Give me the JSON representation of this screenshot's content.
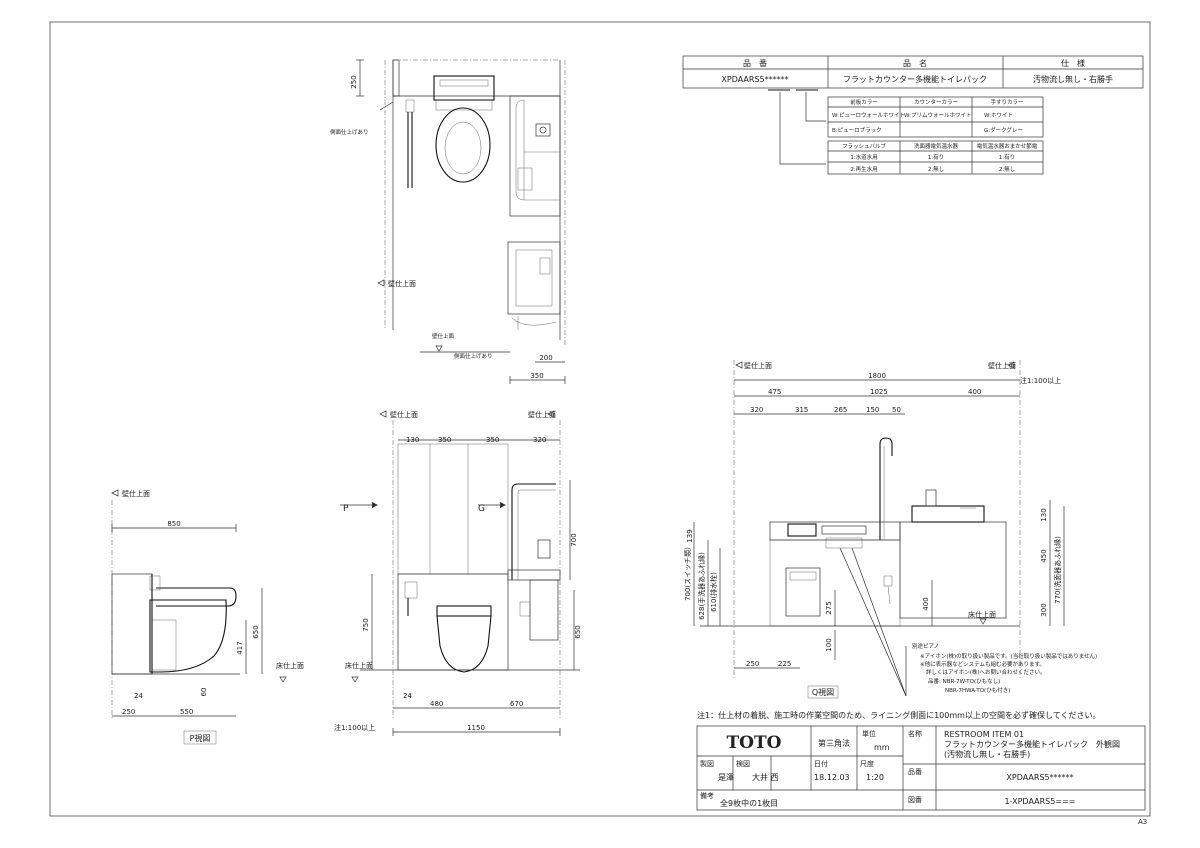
{
  "spec_table": {
    "headers": [
      "品　番",
      "品　名",
      "仕　様"
    ],
    "values": [
      "XPDAARS5******",
      "フラットカウンター多機能トイレパック",
      "汚物流し無し・右勝手"
    ]
  },
  "color_table": {
    "headers": [
      "前板カラー",
      "カウンターカラー",
      "手すりカラー"
    ],
    "rows": [
      [
        "W:ピューロウォールホワイト",
        "W:プリムウォールホワイト",
        "W:ホワイト"
      ],
      [
        "B:ピューロブラック",
        "",
        "G:ダークグレー"
      ]
    ]
  },
  "option_table": {
    "headers": [
      "フラッシュバルブ",
      "洗面器電気温水器",
      "電気温水器おまかせ節電"
    ],
    "rows": [
      [
        "1:水道水用",
        "1:有り",
        "1:有り"
      ],
      [
        "2:再生水用",
        "2:無し",
        "2:無し"
      ]
    ]
  },
  "labels": {
    "wall_finish": "壁仕上面",
    "side_finish": "側面仕上げあり",
    "floor_finish": "床仕上面",
    "note_100": "注1:100以上",
    "p_mark": "P",
    "g_mark": "G",
    "p_view": "P視図",
    "q_view": "Q視図",
    "separate_parts": "別途ピアノ",
    "sep_note_1": "※アイホン(株)の取り扱い製品です。(当社取り扱い製品ではありません)",
    "sep_note_2": "※他に表示器などシステムも組む必要があります。",
    "sep_note_3": "詳しくはアイホン(株)へお問い合わせください。",
    "sep_note_4": "品番: NBR-7W-TO(ひもなし)",
    "sep_note_5": "NBR-7HWA-TO(ひも付き)",
    "main_note": "注1：仕上材の着脱、施工時の作業空間のため、ライニング側面に100mm以上の空間を必ず確保してください。",
    "paper_size": "A3"
  },
  "dims": {
    "top_250": "250",
    "top_200": "200",
    "top_350": "350",
    "fr_130": "130",
    "fr_350a": "350",
    "fr_350b": "350",
    "fr_320": "320",
    "fr_700": "700",
    "fr_750": "750",
    "fr_650": "650",
    "fr_24": "24",
    "fr_480": "480",
    "fr_670": "670",
    "fr_1150": "1150",
    "sd_850": "850",
    "sd_650": "650",
    "sd_417": "417",
    "sd_60": "60",
    "sd_24": "24",
    "sd_250": "250",
    "sd_550": "550",
    "q_1800": "1800",
    "q_475": "475",
    "q_1025": "1025",
    "q_400": "400",
    "q_320": "320",
    "q_315": "315",
    "q_265": "265",
    "q_150": "150",
    "q_50": "50",
    "q_130": "130",
    "q_450": "450",
    "q_300": "300",
    "q_770": "770",
    "q_700": "700(スイッチ類)",
    "q_628": "628(手洗器あふれ縁)",
    "q_610": "610(排水栓)",
    "q_139": "139",
    "q_275": "275",
    "q_100": "100",
    "q_400b": "400",
    "q_250": "250",
    "q_225": "225",
    "q_770r": "770(洗面器あふれ縁)"
  },
  "title_block": {
    "logo": "TOTO",
    "projection": "第三角法",
    "unit_label": "単位",
    "unit": "mm",
    "name_label": "名称",
    "name_line1": "RESTROOM ITEM 01",
    "name_line2": "フラットカウンター多機能トイレパック　外観図",
    "name_line3": "(汚物流し無し・右勝手)",
    "drawn_label": "製図",
    "drawn_by": "是澤",
    "checked_label": "検図",
    "checked_by": "大井 西",
    "date_label": "日付",
    "date": "18.12.03",
    "scale_label": "尺度",
    "scale": "1:20",
    "product_label": "品番",
    "product_no": "XPDAARS5******",
    "remarks_label": "備考",
    "remarks": "全9枚中の1枚目",
    "drawing_label": "図番",
    "drawing_no": "1-XPDAARS5==="
  }
}
